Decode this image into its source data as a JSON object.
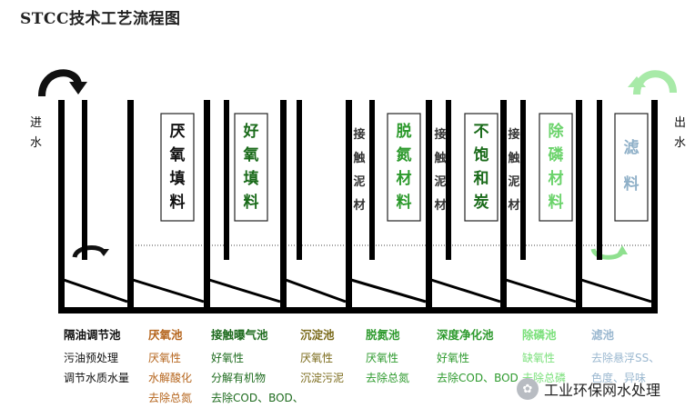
{
  "title": "STCC技术工艺流程图",
  "inlet": "进水",
  "outlet": "出水",
  "fill_boxes": [
    {
      "text": "厌氧填料",
      "color": "#111111"
    },
    {
      "text": "好氧填料",
      "color": "#1a6b1a"
    },
    {
      "text": "脱氮材料",
      "color": "#2d9a2d"
    },
    {
      "text": "不饱和炭",
      "color": "#1a6b1a"
    },
    {
      "text": "除磷材料",
      "color": "#6bd36b"
    },
    {
      "text": "滤料",
      "color": "#8fb0c8"
    }
  ],
  "contact_media": [
    "接触泥材",
    "接触泥材",
    "接触泥材"
  ],
  "tanks": [
    {
      "name": "隔油调节池",
      "color": "#111111",
      "lines": [
        "污油预处理",
        "调节水质水量"
      ]
    },
    {
      "name": "厌氧池",
      "color": "#b5651d",
      "lines": [
        "厌氧性",
        "水解酸化",
        "去除总氮"
      ]
    },
    {
      "name": "接触曝气池",
      "color": "#1e6b1e",
      "lines": [
        "好氧性",
        "分解有机物",
        "去除COD、BOD、"
      ]
    },
    {
      "name": "沉淀池",
      "color": "#7a6a1a",
      "lines": [
        "厌氧性",
        "沉淀污泥"
      ]
    },
    {
      "name": "脱氮池",
      "color": "#2d9a2d",
      "lines": [
        "厌氧性",
        "去除总氮"
      ]
    },
    {
      "name": "深度净化池",
      "color": "#2d9a2d",
      "lines": [
        "好氧性",
        "去除COD、BOD"
      ]
    },
    {
      "name": "除磷池",
      "color": "#7be07b",
      "lines": [
        "缺氧性",
        "去除总磷"
      ]
    },
    {
      "name": "滤池",
      "color": "#9bb8d0",
      "lines": [
        "去除悬浮SS、",
        "色度、异味"
      ]
    }
  ],
  "watermark": "工业环保网水处理",
  "colors": {
    "structure": "#000000",
    "arrow_start": "#111111",
    "arrow_end": "#8fe08f"
  }
}
